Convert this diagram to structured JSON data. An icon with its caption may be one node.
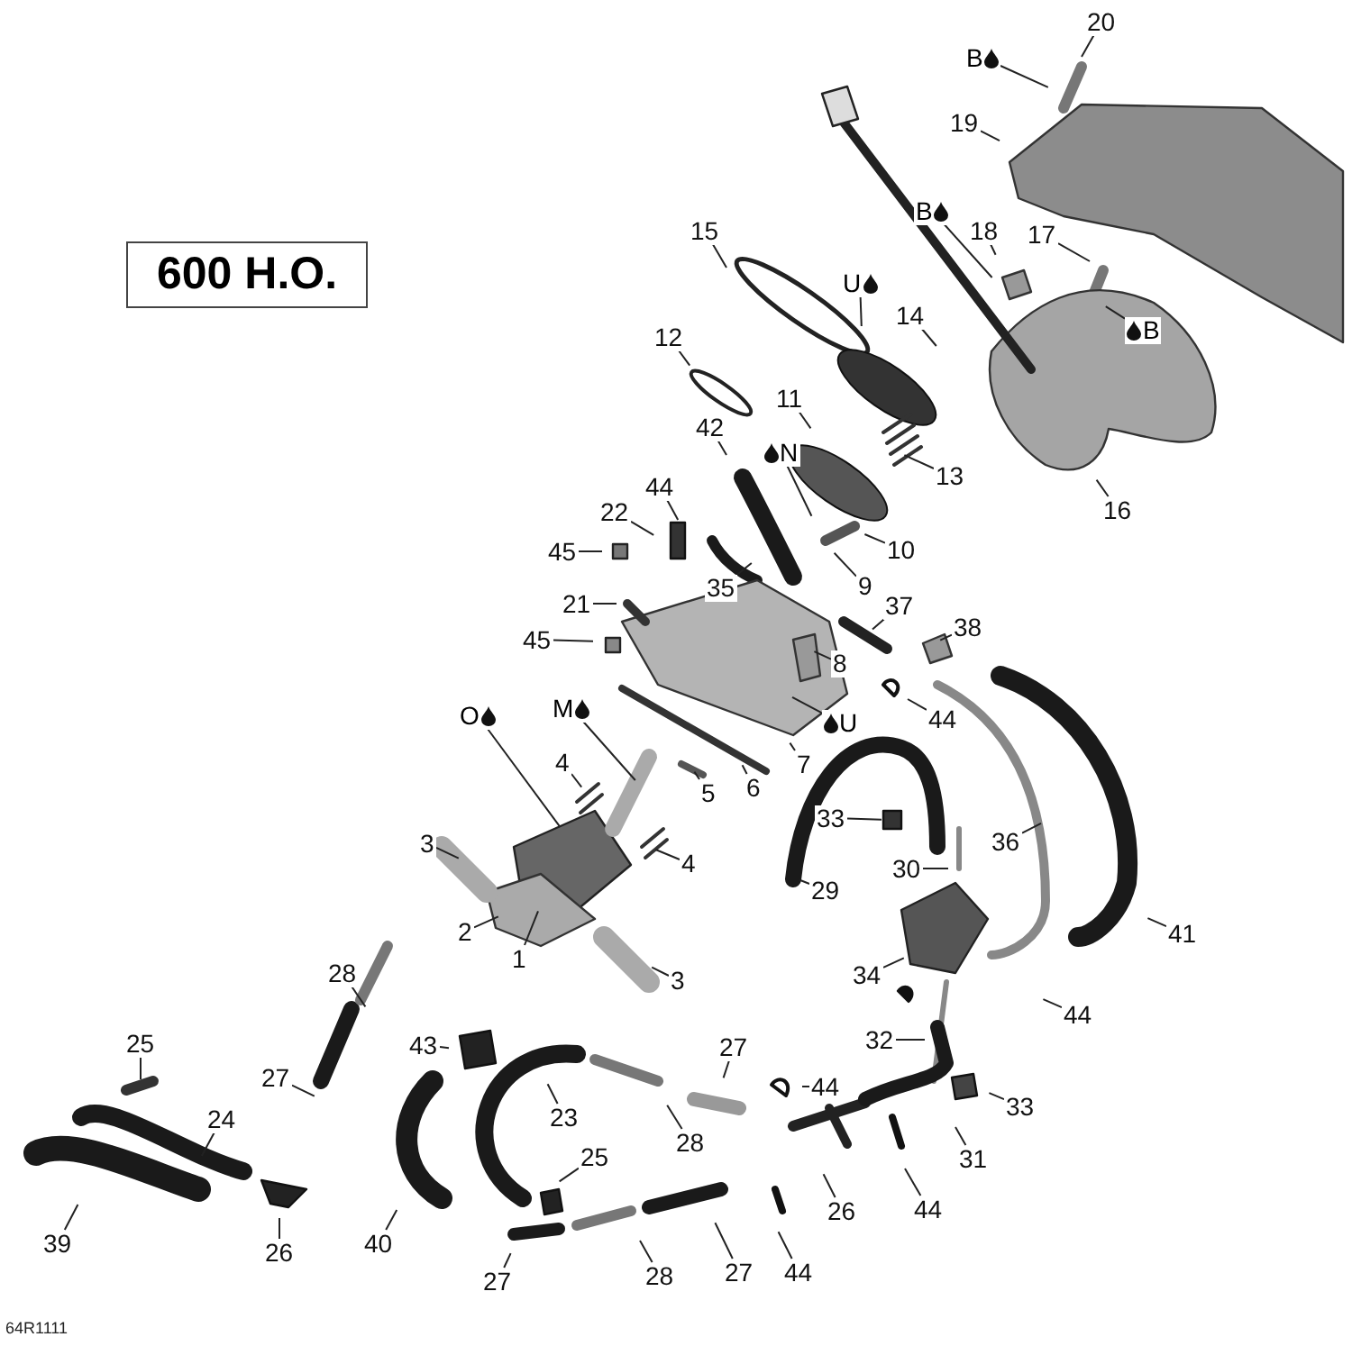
{
  "diagram": {
    "nodes": [
      {
        "text": [
          "600 H.O."
        ]
      },
      {
        "text": [
          "20"
        ]
      },
      {
        "text": [
          "B"
        ]
      },
      {
        "text": [
          "19"
        ]
      },
      {
        "text": [
          "B"
        ]
      },
      {
        "text": [
          "18"
        ]
      },
      {
        "text": [
          "17"
        ]
      },
      {
        "text": [
          "B"
        ]
      },
      {
        "text": [
          "15"
        ]
      },
      {
        "text": [
          "U"
        ]
      },
      {
        "text": [
          "14"
        ]
      },
      {
        "text": [
          "12"
        ]
      },
      {
        "text": [
          "11"
        ]
      },
      {
        "text": [
          "13"
        ]
      },
      {
        "text": [
          "16"
        ]
      },
      {
        "text": [
          "42"
        ]
      },
      {
        "text": [
          "N"
        ]
      },
      {
        "text": [
          "44"
        ]
      },
      {
        "text": [
          "22"
        ]
      },
      {
        "text": [
          "45"
        ]
      },
      {
        "text": [
          "10"
        ]
      },
      {
        "text": [
          "9"
        ]
      },
      {
        "text": [
          "35"
        ]
      },
      {
        "text": [
          "37"
        ]
      },
      {
        "text": [
          "21"
        ]
      },
      {
        "text": [
          "45"
        ]
      },
      {
        "text": [
          "38"
        ]
      },
      {
        "text": [
          "8"
        ]
      },
      {
        "text": [
          "44"
        ]
      },
      {
        "text": [
          "O"
        ]
      },
      {
        "text": [
          "M"
        ]
      },
      {
        "text": [
          "U"
        ]
      },
      {
        "text": [
          "7"
        ]
      },
      {
        "text": [
          "5"
        ]
      },
      {
        "text": [
          "6"
        ]
      },
      {
        "text": [
          "4"
        ]
      },
      {
        "text": [
          "4"
        ]
      },
      {
        "text": [
          "33"
        ]
      },
      {
        "text": [
          "3"
        ]
      },
      {
        "text": [
          "29"
        ]
      },
      {
        "text": [
          "30"
        ]
      },
      {
        "text": [
          "36"
        ]
      },
      {
        "text": [
          "41"
        ]
      },
      {
        "text": [
          "2"
        ]
      },
      {
        "text": [
          "1"
        ]
      },
      {
        "text": [
          "3"
        ]
      },
      {
        "text": [
          "34"
        ]
      },
      {
        "text": [
          "44"
        ]
      },
      {
        "text": [
          "28"
        ]
      },
      {
        "text": [
          "32"
        ]
      },
      {
        "text": [
          "43"
        ]
      },
      {
        "text": [
          "27"
        ]
      },
      {
        "text": [
          "25"
        ]
      },
      {
        "text": [
          "27"
        ]
      },
      {
        "text": [
          "23"
        ]
      },
      {
        "text": [
          "44"
        ]
      },
      {
        "text": [
          "33"
        ]
      },
      {
        "text": [
          "24"
        ]
      },
      {
        "text": [
          "28"
        ]
      },
      {
        "text": [
          "25"
        ]
      },
      {
        "text": [
          "31"
        ]
      },
      {
        "text": [
          "26"
        ]
      },
      {
        "text": [
          "39"
        ]
      },
      {
        "text": [
          "26"
        ]
      },
      {
        "text": [
          "40"
        ]
      },
      {
        "text": [
          "44"
        ]
      },
      {
        "text": [
          "27"
        ]
      },
      {
        "text": [
          "28"
        ]
      },
      {
        "text": [
          "27"
        ]
      },
      {
        "text": [
          "44"
        ]
      }
    ],
    "edges": [
      {
        "from": 1,
        "to": null,
        "arrow": "none"
      },
      {
        "from": 2,
        "to": null,
        "arrow": "none"
      },
      {
        "from": 3,
        "to": null,
        "arrow": "none"
      },
      {
        "from": 4,
        "to": null,
        "arrow": "none"
      },
      {
        "from": 5,
        "to": null,
        "arrow": "none"
      },
      {
        "from": 6,
        "to": null,
        "arrow": "none"
      },
      {
        "from": 7,
        "to": null,
        "arrow": "none"
      },
      {
        "from": 8,
        "to": null,
        "arrow": "none"
      },
      {
        "from": 9,
        "to": null,
        "arrow": "none"
      },
      {
        "from": 10,
        "to": null,
        "arrow": "none"
      },
      {
        "from": 11,
        "to": null,
        "arrow": "none"
      },
      {
        "from": 12,
        "to": null,
        "arrow": "none"
      },
      {
        "from": 13,
        "to": null,
        "arrow": "none"
      },
      {
        "from": 14,
        "to": null,
        "arrow": "none"
      },
      {
        "from": 15,
        "to": null,
        "arrow": "none"
      },
      {
        "from": 16,
        "to": null,
        "arrow": "none"
      },
      {
        "from": 17,
        "to": null,
        "arrow": "none"
      },
      {
        "from": 18,
        "to": null,
        "arrow": "none"
      },
      {
        "from": 19,
        "to": null,
        "arrow": "none"
      },
      {
        "from": 20,
        "to": null,
        "arrow": "none"
      },
      {
        "from": 21,
        "to": null,
        "arrow": "none"
      },
      {
        "from": 22,
        "to": null,
        "arrow": "none"
      },
      {
        "from": 23,
        "to": null,
        "arrow": "none"
      },
      {
        "from": 24,
        "to": null,
        "arrow": "none"
      },
      {
        "from": 25,
        "to": null,
        "arrow": "none"
      },
      {
        "from": 26,
        "to": null,
        "arrow": "none"
      },
      {
        "from": 27,
        "to": null,
        "arrow": "none"
      },
      {
        "from": 28,
        "to": null,
        "arrow": "none"
      },
      {
        "from": 29,
        "to": null,
        "arrow": "none"
      },
      {
        "from": 30,
        "to": null,
        "arrow": "none"
      },
      {
        "from": 31,
        "to": null,
        "arrow": "none"
      },
      {
        "from": 32,
        "to": null,
        "arrow": "none"
      },
      {
        "from": 33,
        "to": null,
        "arrow": "none"
      },
      {
        "from": 34,
        "to": null,
        "arrow": "none"
      },
      {
        "from": 35,
        "to": null,
        "arrow": "none"
      },
      {
        "from": 36,
        "to": null,
        "arrow": "none"
      },
      {
        "from": 37,
        "to": null,
        "arrow": "none"
      },
      {
        "from": 38,
        "to": null,
        "arrow": "none"
      },
      {
        "from": 39,
        "to": null,
        "arrow": "none"
      },
      {
        "from": 40,
        "to": null,
        "arrow": "none"
      },
      {
        "from": 41,
        "to": null,
        "arrow": "none"
      },
      {
        "from": 42,
        "to": null,
        "arrow": "none"
      },
      {
        "from": 43,
        "to": null,
        "arrow": "none"
      },
      {
        "from": 44,
        "to": null,
        "arrow": "none"
      },
      {
        "from": 45,
        "to": null,
        "arrow": "none"
      },
      {
        "from": 46,
        "to": null,
        "arrow": "none"
      },
      {
        "from": 47,
        "to": null,
        "arrow": "none"
      },
      {
        "from": 48,
        "to": null,
        "arrow": "none"
      },
      {
        "from": 49,
        "to": null,
        "arrow": "none"
      },
      {
        "from": 50,
        "to": null,
        "arrow": "none"
      },
      {
        "from": 51,
        "to": null,
        "arrow": "none"
      },
      {
        "from": 52,
        "to": null,
        "arrow": "none"
      },
      {
        "from": 53,
        "to": null,
        "arrow": "none"
      },
      {
        "from": 54,
        "to": null,
        "arrow": "none"
      },
      {
        "from": 55,
        "to": null,
        "arrow": "none"
      },
      {
        "from": 56,
        "to": null,
        "arrow": "none"
      },
      {
        "from": 57,
        "to": null,
        "arrow": "none"
      },
      {
        "from": 58,
        "to": null,
        "arrow": "none"
      },
      {
        "from": 59,
        "to": null,
        "arrow": "none"
      },
      {
        "from": 60,
        "to": null,
        "arrow": "none"
      },
      {
        "from": 61,
        "to": null,
        "arrow": "none"
      },
      {
        "from": 62,
        "to": null,
        "arrow": "none"
      },
      {
        "from": 63,
        "to": null,
        "arrow": "none"
      },
      {
        "from": 64,
        "to": null,
        "arrow": "none"
      },
      {
        "from": 65,
        "to": null,
        "arrow": "none"
      },
      {
        "from": 66,
        "to": null,
        "arrow": "none"
      },
      {
        "from": 67,
        "to": null,
        "arrow": "none"
      },
      {
        "from": 68,
        "to": null,
        "arrow": "none"
      },
      {
        "from": 69,
        "to": null,
        "arrow": "none"
      }
    ],
    "labels": [
      "64R1111"
    ]
  }
}
